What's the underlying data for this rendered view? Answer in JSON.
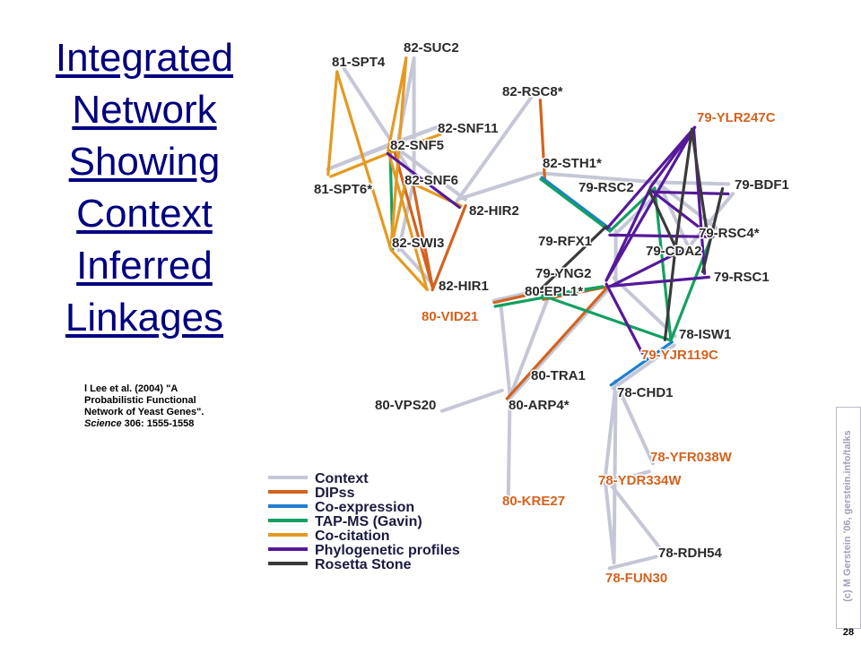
{
  "title_lines": [
    "Integrated",
    "Network",
    "Showing",
    "Context",
    "Inferred",
    "Linkages"
  ],
  "reference": {
    "bullet": "",
    "text_before_italic": "l Lee et al. (2004) \"A Probabilistic Functional Network of Yeast Genes\". ",
    "italic": "Science",
    "text_after_italic": " 306: 1555-1558"
  },
  "legend": [
    {
      "label": "Context",
      "color": "#c5c7d6"
    },
    {
      "label": "DIPss",
      "color": "#d4621e"
    },
    {
      "label": "Co-expression",
      "color": "#1f7fd1"
    },
    {
      "label": "TAP-MS (Gavin)",
      "color": "#13a060"
    },
    {
      "label": "Co-citation",
      "color": "#e39a22"
    },
    {
      "label": "Phylogenetic profiles",
      "color": "#55199a"
    },
    {
      "label": "Rosetta Stone",
      "color": "#3a3a3a"
    }
  ],
  "nodes": [
    {
      "id": "82-SUC2",
      "label": "82-SUC2",
      "color": "#2a2a2a"
    },
    {
      "id": "81-SPT4",
      "label": "81-SPT4",
      "color": "#2a2a2a"
    },
    {
      "id": "82-RSC8",
      "label": "82-RSC8*",
      "color": "#2a2a2a"
    },
    {
      "id": "82-SNF11",
      "label": "82-SNF11",
      "color": "#2a2a2a"
    },
    {
      "id": "82-SNF5",
      "label": "82-SNF5",
      "color": "#2a2a2a"
    },
    {
      "id": "82-STH1",
      "label": "82-STH1*",
      "color": "#2a2a2a"
    },
    {
      "id": "79-YLR247C",
      "label": "79-YLR247C",
      "color": "#d4621e"
    },
    {
      "id": "81-SPT6",
      "label": "81-SPT6*",
      "color": "#2a2a2a"
    },
    {
      "id": "82-SNF6",
      "label": "82-SNF6",
      "color": "#2a2a2a"
    },
    {
      "id": "79-RSC2",
      "label": "79-RSC2",
      "color": "#2a2a2a"
    },
    {
      "id": "79-BDF1",
      "label": "79-BDF1",
      "color": "#2a2a2a"
    },
    {
      "id": "82-HIR2",
      "label": "82-HIR2",
      "color": "#2a2a2a"
    },
    {
      "id": "82-SWI3",
      "label": "82-SWI3",
      "color": "#2a2a2a"
    },
    {
      "id": "79-RFX1",
      "label": "79-RFX1",
      "color": "#2a2a2a"
    },
    {
      "id": "79-CDA2",
      "label": "79-CDA2",
      "color": "#2a2a2a"
    },
    {
      "id": "79-RSC4",
      "label": "79-RSC4*",
      "color": "#2a2a2a"
    },
    {
      "id": "79-YNG2",
      "label": "79-YNG2",
      "color": "#2a2a2a"
    },
    {
      "id": "79-RSC1",
      "label": "79-RSC1",
      "color": "#2a2a2a"
    },
    {
      "id": "82-HIR1",
      "label": "82-HIR1",
      "color": "#2a2a2a"
    },
    {
      "id": "80-EPL1",
      "label": "80-EPL1*",
      "color": "#2a2a2a"
    },
    {
      "id": "80-VID21",
      "label": "80-VID21",
      "color": "#d4621e"
    },
    {
      "id": "78-ISW1",
      "label": "78-ISW1",
      "color": "#2a2a2a"
    },
    {
      "id": "79-YJR119C",
      "label": "79-YJR119C",
      "color": "#d4621e"
    },
    {
      "id": "80-TRA1",
      "label": "80-TRA1",
      "color": "#2a2a2a"
    },
    {
      "id": "78-CHD1",
      "label": "78-CHD1",
      "color": "#2a2a2a"
    },
    {
      "id": "80-VPS20",
      "label": "80-VPS20",
      "color": "#2a2a2a"
    },
    {
      "id": "80-ARP4",
      "label": "80-ARP4*",
      "color": "#2a2a2a"
    },
    {
      "id": "78-YFR038W",
      "label": "78-YFR038W",
      "color": "#d4621e"
    },
    {
      "id": "78-YDR334W",
      "label": "78-YDR334W",
      "color": "#d4621e"
    },
    {
      "id": "80-KRE27",
      "label": "80-KRE27",
      "color": "#d4621e"
    },
    {
      "id": "78-RDH54",
      "label": "78-RDH54",
      "color": "#2a2a2a"
    },
    {
      "id": "78-FUN30",
      "label": "78-FUN30",
      "color": "#d4621e"
    }
  ],
  "edges": [
    {
      "from": "81-SPT4",
      "to": "82-SNF5",
      "type": "Context"
    },
    {
      "from": "82-SUC2",
      "to": "82-SNF5",
      "type": "Context"
    },
    {
      "from": "82-SUC2",
      "to": "82-SNF6",
      "type": "Context"
    },
    {
      "from": "81-SPT6",
      "to": "82-SNF5",
      "type": "Context"
    },
    {
      "from": "81-SPT6",
      "to": "82-SNF11",
      "type": "Context"
    },
    {
      "from": "82-SNF5",
      "to": "82-SNF11",
      "type": "Context"
    },
    {
      "from": "82-SNF5",
      "to": "82-SNF6",
      "type": "Context"
    },
    {
      "from": "82-SNF5",
      "to": "82-HIR2",
      "type": "Context"
    },
    {
      "from": "82-SNF6",
      "to": "82-SWI3",
      "type": "Context"
    },
    {
      "from": "82-SWI3",
      "to": "82-HIR1",
      "type": "Context"
    },
    {
      "from": "82-HIR2",
      "to": "82-RSC8",
      "type": "Context"
    },
    {
      "from": "82-HIR2",
      "to": "82-STH1",
      "type": "Context"
    },
    {
      "from": "82-STH1",
      "to": "79-RSC2",
      "type": "Context"
    },
    {
      "from": "79-RSC2",
      "to": "79-RFX1",
      "type": "Context"
    },
    {
      "from": "79-RSC2",
      "to": "79-BDF1",
      "type": "Context"
    },
    {
      "from": "79-RSC2",
      "to": "79-CDA2",
      "type": "Context"
    },
    {
      "from": "79-RSC2",
      "to": "79-RSC4",
      "type": "Context"
    },
    {
      "from": "79-BDF1",
      "to": "79-CDA2",
      "type": "Context"
    },
    {
      "from": "79-RFX1",
      "to": "79-YNG2",
      "type": "Context"
    },
    {
      "from": "79-YNG2",
      "to": "78-ISW1",
      "type": "Context"
    },
    {
      "from": "80-VID21",
      "to": "80-TRA1",
      "type": "Context"
    },
    {
      "from": "80-VID21",
      "to": "80-ARP4",
      "type": "Context"
    },
    {
      "from": "80-EPL1",
      "to": "80-ARP4",
      "type": "Context"
    },
    {
      "from": "80-TRA1",
      "to": "80-ARP4",
      "type": "Context"
    },
    {
      "from": "80-VPS20",
      "to": "80-ARP4",
      "type": "Context"
    },
    {
      "from": "80-ARP4",
      "to": "80-KRE27",
      "type": "Context"
    },
    {
      "from": "78-CHD1",
      "to": "78-YFR038W",
      "type": "Context"
    },
    {
      "from": "78-CHD1",
      "to": "78-YDR334W",
      "type": "Context"
    },
    {
      "from": "78-CHD1",
      "to": "78-FUN30",
      "type": "Context"
    },
    {
      "from": "78-YFR038W",
      "to": "78-YDR334W",
      "type": "Context"
    },
    {
      "from": "78-YDR334W",
      "to": "78-RDH54",
      "type": "Context"
    },
    {
      "from": "78-YDR334W",
      "to": "78-FUN30",
      "type": "Context"
    },
    {
      "from": "78-RDH54",
      "to": "78-FUN30",
      "type": "Context"
    },
    {
      "from": "78-ISW1",
      "to": "78-CHD1",
      "type": "Context"
    },
    {
      "from": "82-SNF5",
      "to": "82-HIR1",
      "type": "DIPss"
    },
    {
      "from": "82-SNF6",
      "to": "82-HIR1",
      "type": "DIPss"
    },
    {
      "from": "82-HIR2",
      "to": "82-HIR1",
      "type": "DIPss"
    },
    {
      "from": "82-RSC8",
      "to": "82-STH1",
      "type": "DIPss"
    },
    {
      "from": "79-YNG2",
      "to": "80-TRA1",
      "type": "DIPss"
    },
    {
      "from": "80-EPL1",
      "to": "80-ARP4",
      "type": "DIPss"
    },
    {
      "from": "80-VID21",
      "to": "80-TRA1",
      "type": "DIPss"
    },
    {
      "from": "82-STH1",
      "to": "79-RFX1",
      "type": "Co-expression"
    },
    {
      "from": "78-ISW1",
      "to": "78-CHD1",
      "type": "Co-expression"
    },
    {
      "from": "82-SNF5",
      "to": "82-SWI3",
      "type": "TAP-MS (Gavin)"
    },
    {
      "from": "82-STH1",
      "to": "79-RFX1",
      "type": "TAP-MS (Gavin)"
    },
    {
      "from": "79-RSC2",
      "to": "79-RFX1",
      "type": "TAP-MS (Gavin)"
    },
    {
      "from": "79-RSC2",
      "to": "78-ISW1",
      "type": "TAP-MS (Gavin)"
    },
    {
      "from": "79-RSC4",
      "to": "78-ISW1",
      "type": "TAP-MS (Gavin)"
    },
    {
      "from": "80-VID21",
      "to": "80-EPL1",
      "type": "TAP-MS (Gavin)"
    },
    {
      "from": "80-EPL1",
      "to": "80-TRA1",
      "type": "TAP-MS (Gavin)"
    },
    {
      "from": "80-TRA1",
      "to": "78-ISW1",
      "type": "TAP-MS (Gavin)"
    },
    {
      "from": "81-SPT4",
      "to": "81-SPT6",
      "type": "Co-citation"
    },
    {
      "from": "81-SPT4",
      "to": "82-SWI3",
      "type": "Co-citation"
    },
    {
      "from": "82-SUC2",
      "to": "82-SWI3",
      "type": "Co-citation"
    },
    {
      "from": "82-SUC2",
      "to": "82-SNF5",
      "type": "Co-citation"
    },
    {
      "from": "81-SPT6",
      "to": "82-SNF5",
      "type": "Co-citation"
    },
    {
      "from": "82-SNF5",
      "to": "82-SNF11",
      "type": "Co-citation"
    },
    {
      "from": "82-SNF5",
      "to": "82-HIR1",
      "type": "Co-citation"
    },
    {
      "from": "82-SNF6",
      "to": "82-SWI3",
      "type": "Co-citation"
    },
    {
      "from": "82-SNF6",
      "to": "82-HIR2",
      "type": "Co-citation"
    },
    {
      "from": "82-SWI3",
      "to": "82-HIR1",
      "type": "Co-citation"
    },
    {
      "from": "82-SNF5",
      "to": "82-HIR2",
      "type": "Phylogenetic profiles"
    },
    {
      "from": "79-YLR247C",
      "to": "79-RSC2",
      "type": "Phylogenetic profiles"
    },
    {
      "from": "79-YLR247C",
      "to": "79-RFX1",
      "type": "Phylogenetic profiles"
    },
    {
      "from": "79-YLR247C",
      "to": "79-YNG2",
      "type": "Phylogenetic profiles"
    },
    {
      "from": "79-YLR247C",
      "to": "79-RSC1",
      "type": "Phylogenetic profiles"
    },
    {
      "from": "79-RSC2",
      "to": "79-BDF1",
      "type": "Phylogenetic profiles"
    },
    {
      "from": "79-RSC2",
      "to": "79-RSC4",
      "type": "Phylogenetic profiles"
    },
    {
      "from": "79-RSC2",
      "to": "79-YNG2",
      "type": "Phylogenetic profiles"
    },
    {
      "from": "79-RFX1",
      "to": "79-RSC4",
      "type": "Phylogenetic profiles"
    },
    {
      "from": "79-YNG2",
      "to": "79-RSC1",
      "type": "Phylogenetic profiles"
    },
    {
      "from": "79-YNG2",
      "to": "79-YJR119C",
      "type": "Phylogenetic profiles"
    },
    {
      "from": "79-YNG2",
      "to": "79-CDA2",
      "type": "Phylogenetic profiles"
    },
    {
      "from": "79-YLR247C",
      "to": "79-RSC4",
      "type": "Rosetta Stone"
    },
    {
      "from": "79-YLR247C",
      "to": "79-CDA2",
      "type": "Rosetta Stone"
    },
    {
      "from": "79-RSC2",
      "to": "79-CDA2",
      "type": "Rosetta Stone"
    },
    {
      "from": "79-RFX1",
      "to": "80-TRA1",
      "type": "Rosetta Stone"
    },
    {
      "from": "79-CDA2",
      "to": "78-ISW1",
      "type": "Rosetta Stone"
    },
    {
      "from": "79-BDF1",
      "to": "79-RSC1",
      "type": "Rosetta Stone"
    }
  ],
  "side_credit": "(c) M Gerstein '06, gerstein.info/talks",
  "page_number": "28"
}
